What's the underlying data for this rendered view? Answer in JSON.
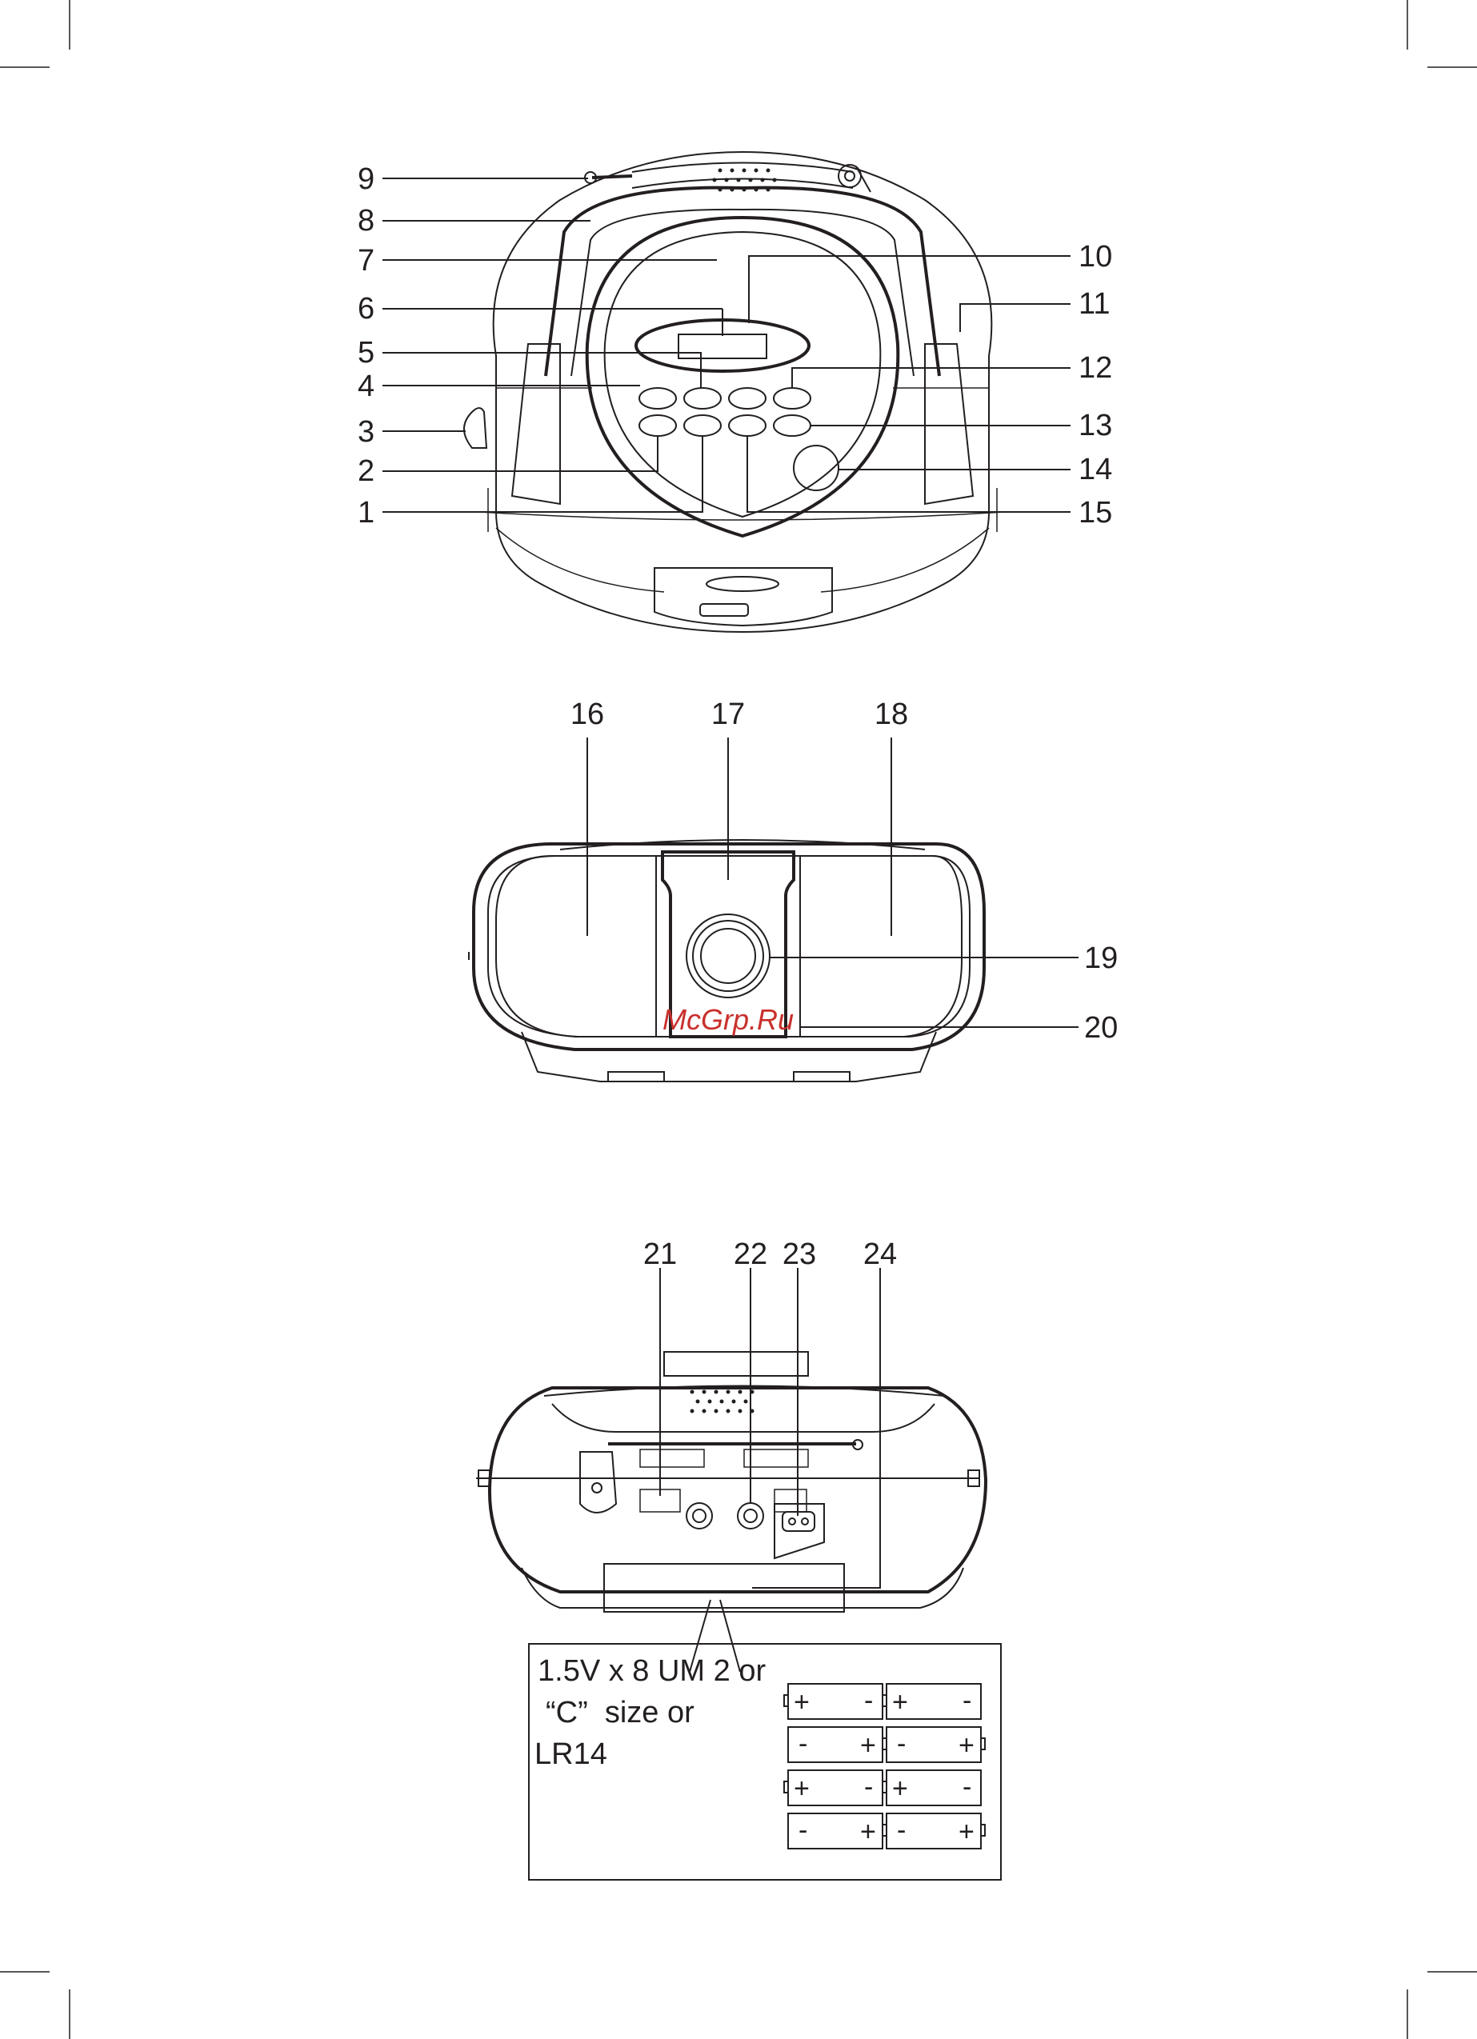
{
  "figure_top": {
    "labels_left": [
      "9",
      "8",
      "7",
      "6",
      "5",
      "4",
      "3",
      "2",
      "1"
    ],
    "labels_right": [
      "10",
      "11",
      "12",
      "13",
      "14",
      "15"
    ]
  },
  "figure_front": {
    "labels_top": [
      "16",
      "17",
      "18"
    ],
    "labels_right": [
      "19",
      "20"
    ]
  },
  "figure_back": {
    "labels_top": [
      "21",
      "22",
      "23",
      "24"
    ]
  },
  "watermark": "McGrp.Ru",
  "battery_note": {
    "line1": "1.5V x 8 UM 2 or",
    "line2": "“C”  size or",
    "line3": "LR14",
    "plus": "+",
    "minus": "-"
  }
}
